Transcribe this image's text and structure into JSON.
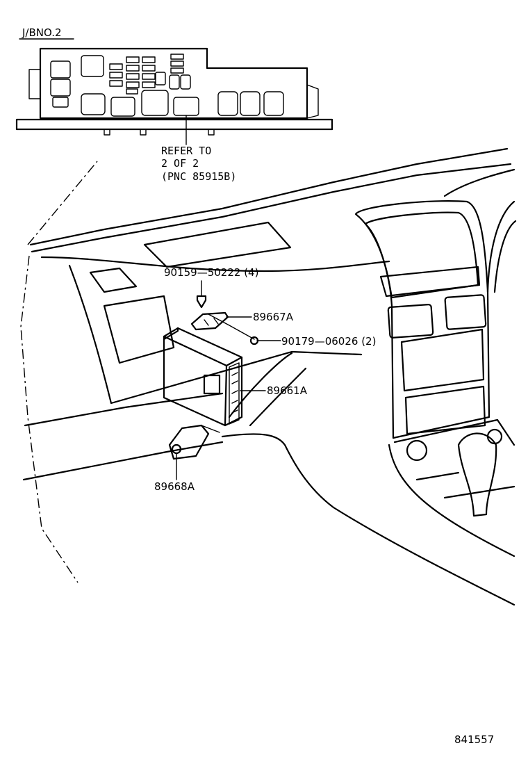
{
  "diagram": {
    "header_label": "J/BNO.2",
    "refer_note": [
      "REFER TO",
      "2 OF 2",
      "(PNC 85915B)"
    ],
    "callouts": {
      "bolt": "90159—50222 (4)",
      "bracket_upper": "89667A",
      "nut": "90179—06026 (2)",
      "ecu": "89661A",
      "bracket_lower": "89668A"
    },
    "illustration_number": "841557"
  }
}
